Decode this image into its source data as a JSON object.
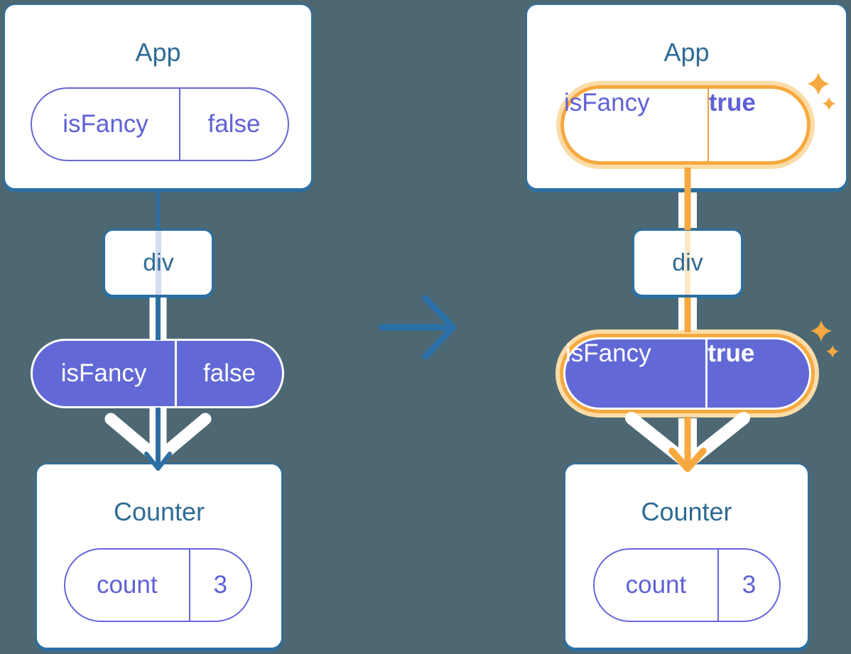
{
  "trees": [
    {
      "id": "before",
      "app": {
        "title": "App",
        "prop_name": "isFancy",
        "prop_value": "false"
      },
      "div_label": "div",
      "passed_prop_name": "isFancy",
      "passed_prop_value": "false",
      "counter": {
        "title": "Counter",
        "state_name": "count",
        "state_value": "3"
      },
      "highlighted": false
    },
    {
      "id": "after",
      "app": {
        "title": "App",
        "prop_name": "isFancy",
        "prop_value": "true"
      },
      "div_label": "div",
      "passed_prop_name": "isFancy",
      "passed_prop_value": "true",
      "counter": {
        "title": "Counter",
        "state_name": "count",
        "state_value": "3"
      },
      "highlighted": true
    }
  ],
  "colors": {
    "background": "#4D6872",
    "blue_stroke": "#2D6FA0",
    "blue_text": "#2E6B94",
    "purple_fill": "#6269D6",
    "purple_outline": "#6866DA",
    "purple_text": "#5F61D6",
    "orange": "#F6A93F",
    "orange_pale_ring": "#FBDCA8",
    "orange_pale_line": "#FCE8C8",
    "lavender_pale_line": "#D4DCF4",
    "white": "#FFFFFF"
  }
}
